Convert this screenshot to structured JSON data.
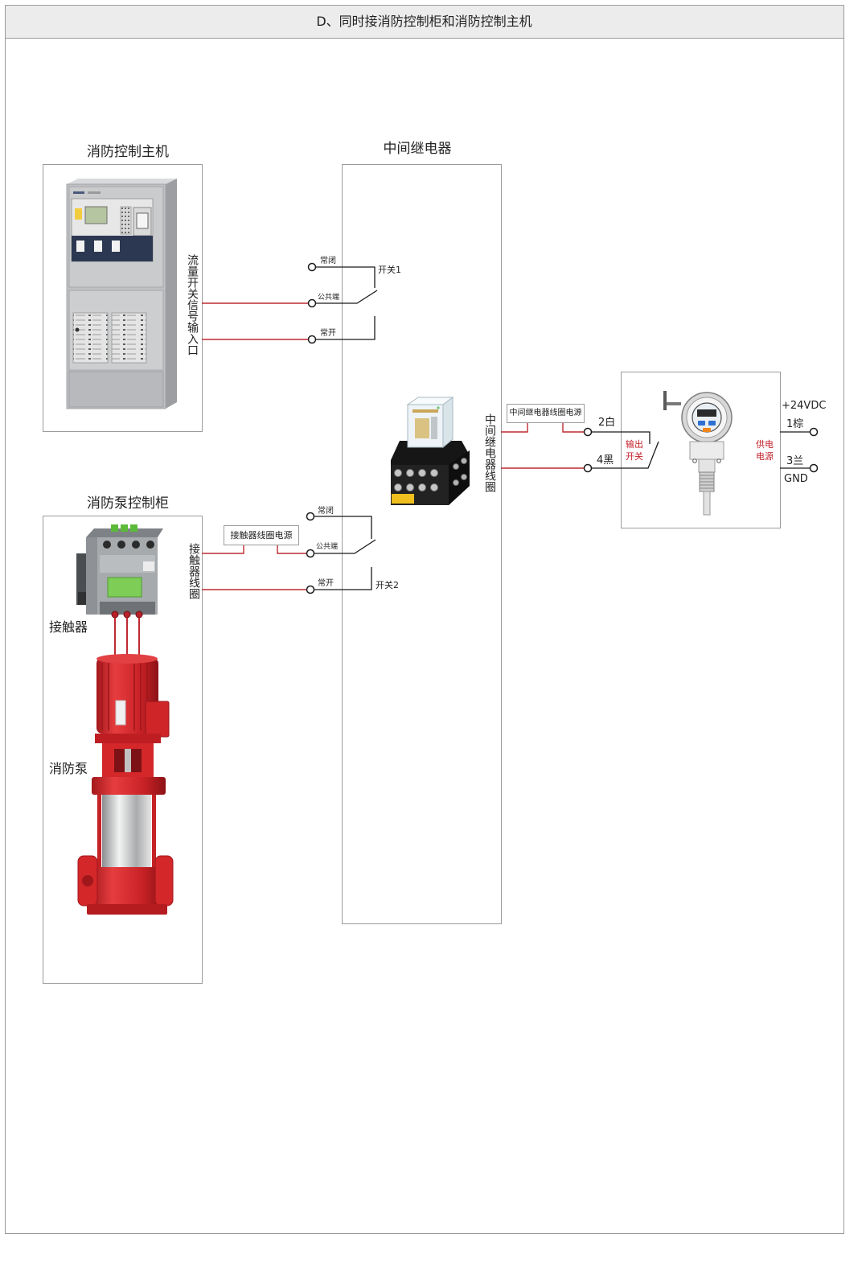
{
  "header": {
    "title": "D、同时接消防控制柜和消防控制主机"
  },
  "fire_control_host": {
    "title": "消防控制主机",
    "input_label": "流量开关信号输入口"
  },
  "relay": {
    "title": "中间继电器",
    "coil_label": "中间继电器线圈",
    "coil_power_label": "中间继电器线圈电源"
  },
  "pump_cabinet": {
    "title": "消防泵控制柜",
    "coil_label": "接触器线圈",
    "coil_power_label": "接触器线圈电源",
    "contactor_label": "接触器",
    "pump_label": "消防泵"
  },
  "switch_1": {
    "nc": "常闭",
    "com": "公共端",
    "no": "常开",
    "name": "开关1"
  },
  "switch_2": {
    "nc": "常闭",
    "com": "公共端",
    "no": "常开",
    "name": "开关2"
  },
  "flow_switch": {
    "wire_white": "2白",
    "wire_black": "4黑",
    "output_switch": [
      "输出",
      "开关"
    ],
    "power_supply": [
      "供电",
      "电源"
    ],
    "supply_voltage": "+24VDC",
    "wire_brown": "1棕",
    "wire_blue": "3兰",
    "ground": "GND"
  },
  "colors": {
    "wire": "#1a1a1a",
    "signal_wire": "#be2a32",
    "label_red": "#c3202b",
    "frame": "#9b9b9b",
    "header_background": "#ececec",
    "text": "#222222"
  },
  "icons": {
    "fire_control_host": "fire-control-host-image",
    "contactor": "contactor-image",
    "fire_pump": "fire-pump-image",
    "relay": "relay-image",
    "flow_switch": "flow-switch-image",
    "terminal": "terminal-circle-icon"
  }
}
